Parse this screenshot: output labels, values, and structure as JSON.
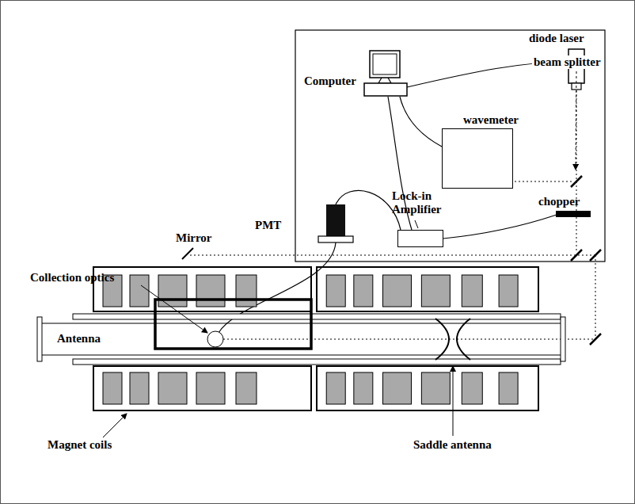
{
  "diagram": {
    "nodes": [
      {
        "text": [
          "wavemeter"
        ]
      },
      {
        "text": [
          "Lock-in Amplifier"
        ]
      }
    ],
    "labels": [
      "Computer",
      "diode laser",
      "beam splitter",
      "chopper",
      "PMT",
      "Mirror",
      "Collection optics",
      "Antenna",
      "Magnet coils",
      "Saddle antenna"
    ]
  }
}
